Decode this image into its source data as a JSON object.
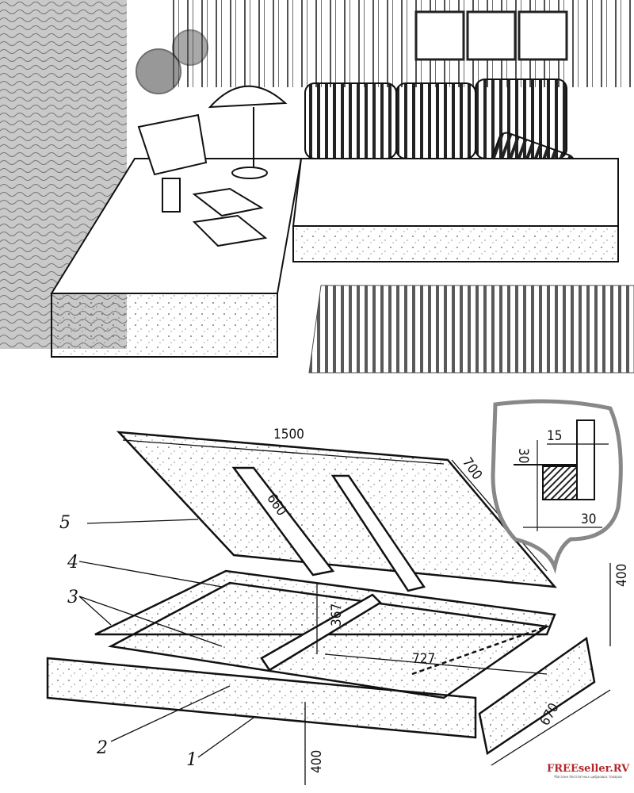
{
  "dimensions": {
    "lid_length": "1500",
    "lid_width": "700",
    "slat_length": "660",
    "inner_height": "367",
    "compartment_width": "727",
    "box_height": "400",
    "front_panel_height": "400",
    "side_panel_length": "670",
    "detail_offset": "15",
    "detail_bar_height": "30",
    "detail_bar_width": "30"
  },
  "parts": [
    "1",
    "2",
    "3",
    "4",
    "5"
  ],
  "watermark": {
    "title": "FREEseller.RV",
    "subtitle": "Магазин бесплатных цифровых товаров"
  },
  "colors": {
    "ink": "#111111",
    "paper": "#ffffff",
    "watermark": "#b3262b"
  }
}
